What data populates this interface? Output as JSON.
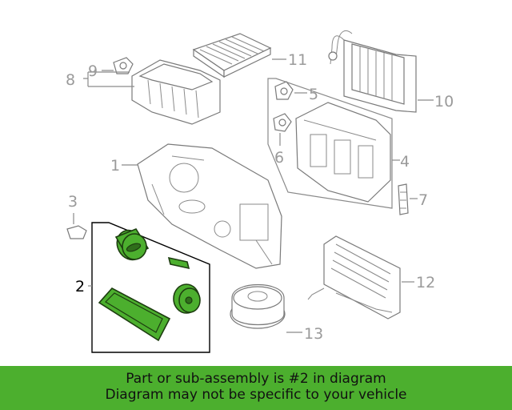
{
  "callouts": {
    "c1": "1",
    "c2": "2",
    "c3": "3",
    "c4": "4",
    "c5": "5",
    "c6": "6",
    "c7": "7",
    "c8": "8",
    "c9": "9",
    "c10": "10",
    "c11": "11",
    "c12": "12",
    "c13": "13"
  },
  "highlighted_part": "2",
  "banner": {
    "line1": "Part or sub-assembly is #2 in diagram",
    "line2": "Diagram may not be specific to your vehicle"
  },
  "colors": {
    "highlight": "#4caf2e",
    "banner_background": "#4caf2e",
    "outline": "#7a7a7a",
    "callout_text": "#9a9a9a"
  }
}
